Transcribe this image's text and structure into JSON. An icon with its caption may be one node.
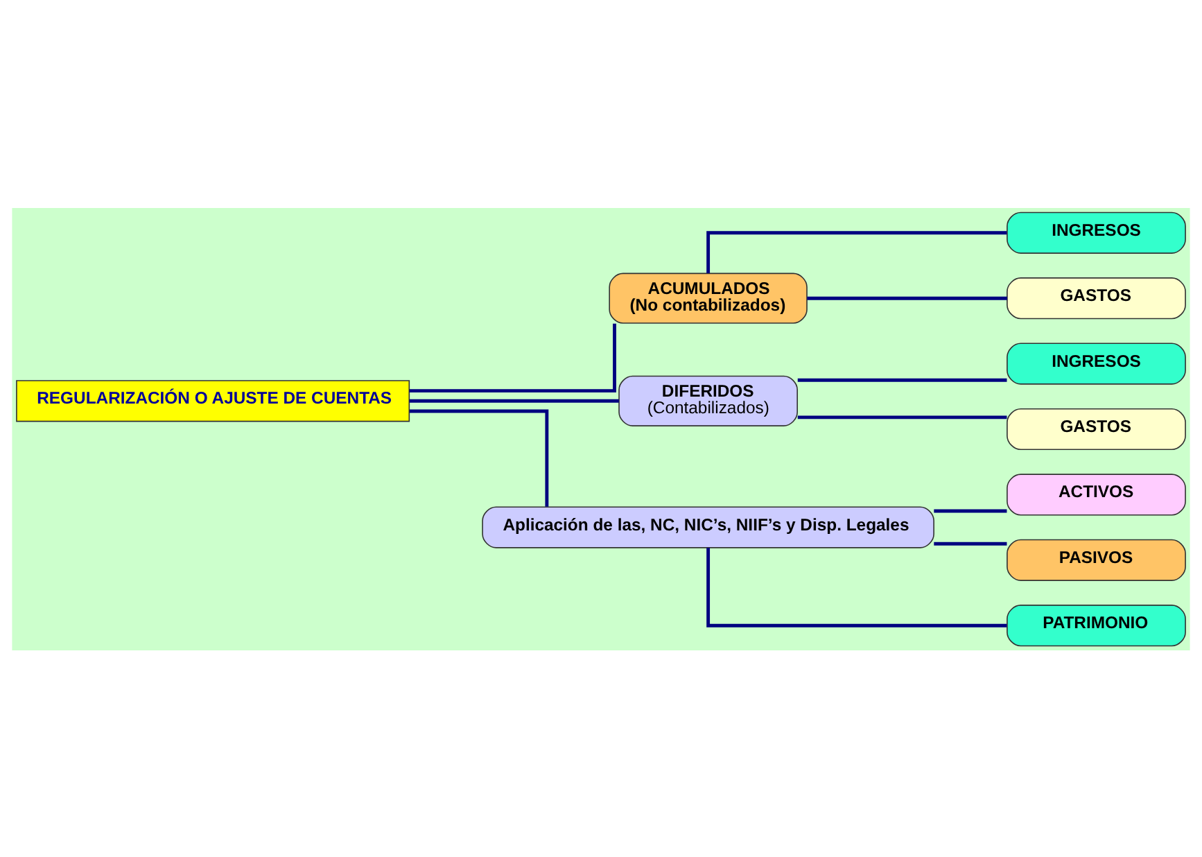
{
  "diagram": {
    "nodes": [
      {
        "text": [
          "REGULARIZACIÓN O AJUSTE DE CUENTAS"
        ]
      },
      {
        "text": [
          "ACUMULADOS",
          "(No contabilizados)"
        ]
      },
      {
        "text": [
          "INGRESOS"
        ]
      },
      {
        "text": [
          "GASTOS"
        ]
      },
      {
        "text": [
          "DIFERIDOS",
          "(Contabilizados)"
        ]
      },
      {
        "text": [
          "INGRESOS"
        ]
      },
      {
        "text": [
          "GASTOS"
        ]
      },
      {
        "text": [
          "Aplicación de las, NC, NIC’s, NIIF’s y Disp. Legales"
        ]
      },
      {
        "text": [
          "ACTIVOS"
        ]
      },
      {
        "text": [
          "PASIVOS"
        ]
      },
      {
        "text": [
          "PATRIMONIO"
        ]
      }
    ],
    "edges": [
      {
        "from": 0,
        "to": 1,
        "arrow": "none"
      },
      {
        "from": 0,
        "to": 4,
        "arrow": "none"
      },
      {
        "from": 0,
        "to": 7,
        "arrow": "none"
      },
      {
        "from": 1,
        "to": 2,
        "arrow": "none"
      },
      {
        "from": 1,
        "to": 3,
        "arrow": "none"
      },
      {
        "from": 4,
        "to": 5,
        "arrow": "none"
      },
      {
        "from": 4,
        "to": 6,
        "arrow": "none"
      },
      {
        "from": 7,
        "to": 8,
        "arrow": "none"
      },
      {
        "from": 7,
        "to": 9,
        "arrow": "none"
      },
      {
        "from": 7,
        "to": 10,
        "arrow": "none"
      }
    ]
  }
}
